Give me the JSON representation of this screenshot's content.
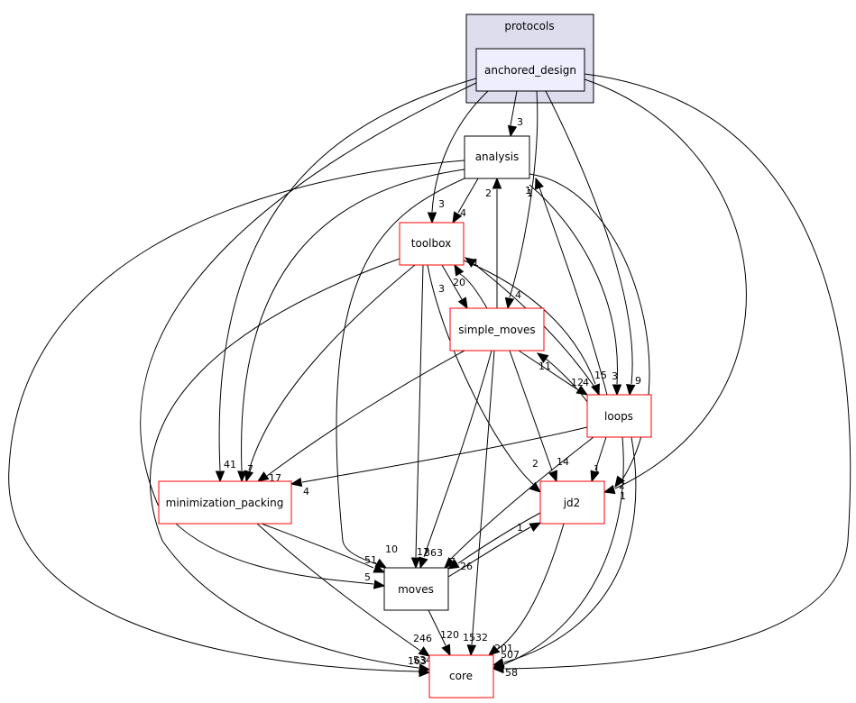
{
  "cluster": {
    "label": "protocols"
  },
  "nodes": {
    "anchored_design": {
      "label": "anchored_design",
      "border": "#000000",
      "fill": "#eeeeff"
    },
    "analysis": {
      "label": "analysis",
      "border": "#000000",
      "fill": "#ffffff"
    },
    "toolbox": {
      "label": "toolbox",
      "border": "#ff0000",
      "fill": "#ffffff"
    },
    "simple_moves": {
      "label": "simple_moves",
      "border": "#ff0000",
      "fill": "#ffffff"
    },
    "loops": {
      "label": "loops",
      "border": "#ff0000",
      "fill": "#ffffff"
    },
    "minimization_packing": {
      "label": "minimization_packing",
      "border": "#ff0000",
      "fill": "#ffffff"
    },
    "jd2": {
      "label": "jd2",
      "border": "#ff0000",
      "fill": "#ffffff"
    },
    "moves": {
      "label": "moves",
      "border": "#000000",
      "fill": "#ffffff"
    },
    "core": {
      "label": "core",
      "border": "#ff0000",
      "fill": "#ffffff"
    }
  },
  "edges": [
    {
      "from": "anchored_design",
      "to": "analysis",
      "label": "3"
    },
    {
      "from": "anchored_design",
      "to": "toolbox",
      "label": "3"
    },
    {
      "from": "anchored_design",
      "to": "simple_moves",
      "label": "4"
    },
    {
      "from": "anchored_design",
      "to": "loops",
      "label": "9"
    },
    {
      "from": "anchored_design",
      "to": "minimization_packing",
      "label": "41"
    },
    {
      "from": "anchored_design",
      "to": "jd2",
      "label": "2"
    },
    {
      "from": "anchored_design",
      "to": "moves",
      "label": "5"
    },
    {
      "from": "anchored_design",
      "to": "core",
      "label": "58"
    },
    {
      "from": "analysis",
      "to": "toolbox",
      "label": "4"
    },
    {
      "from": "analysis",
      "to": "loops",
      "label": "3"
    },
    {
      "from": "analysis",
      "to": "minimization_packing",
      "label": "7"
    },
    {
      "from": "analysis",
      "to": "jd2",
      "label": "1"
    },
    {
      "from": "analysis",
      "to": "moves",
      "label": "10"
    },
    {
      "from": "analysis",
      "to": "core",
      "label": "163"
    },
    {
      "from": "toolbox",
      "to": "simple_moves",
      "label": "3"
    },
    {
      "from": "toolbox",
      "to": "loops",
      "label": "15"
    },
    {
      "from": "toolbox",
      "to": "minimization_packing",
      "label": "17"
    },
    {
      "from": "toolbox",
      "to": "jd2",
      "label": "2"
    },
    {
      "from": "toolbox",
      "to": "moves",
      "label": "17"
    },
    {
      "from": "toolbox",
      "to": "core",
      "label": "534"
    },
    {
      "from": "simple_moves",
      "to": "analysis",
      "label": "2"
    },
    {
      "from": "simple_moves",
      "to": "toolbox",
      "label": "20"
    },
    {
      "from": "simple_moves",
      "to": "loops",
      "label": "12"
    },
    {
      "from": "simple_moves",
      "to": "minimization_packing",
      "label": "4"
    },
    {
      "from": "simple_moves",
      "to": "jd2",
      "label": "14"
    },
    {
      "from": "simple_moves",
      "to": "moves",
      "label": "363"
    },
    {
      "from": "simple_moves",
      "to": "core",
      "label": "1532"
    },
    {
      "from": "loops",
      "to": "analysis",
      "label": "1"
    },
    {
      "from": "loops",
      "to": "toolbox",
      "label": "1"
    },
    {
      "from": "loops",
      "to": "simple_moves",
      "label": "11"
    },
    {
      "from": "loops",
      "to": "minimization_packing",
      "label": "4"
    },
    {
      "from": "loops",
      "to": "jd2",
      "label": "1"
    },
    {
      "from": "loops",
      "to": "moves",
      "label": "7"
    },
    {
      "from": "loops",
      "to": "core",
      "label": "1"
    },
    {
      "from": "minimization_packing",
      "to": "moves",
      "label": "51"
    },
    {
      "from": "minimization_packing",
      "to": "core",
      "label": "246"
    },
    {
      "from": "jd2",
      "to": "moves",
      "label": "26"
    },
    {
      "from": "jd2",
      "to": "core",
      "label": "201"
    },
    {
      "from": "moves",
      "to": "jd2",
      "label": "1"
    },
    {
      "from": "moves",
      "to": "core",
      "label": "120"
    },
    {
      "from": "analysis",
      "to": "core",
      "label": "507"
    }
  ]
}
